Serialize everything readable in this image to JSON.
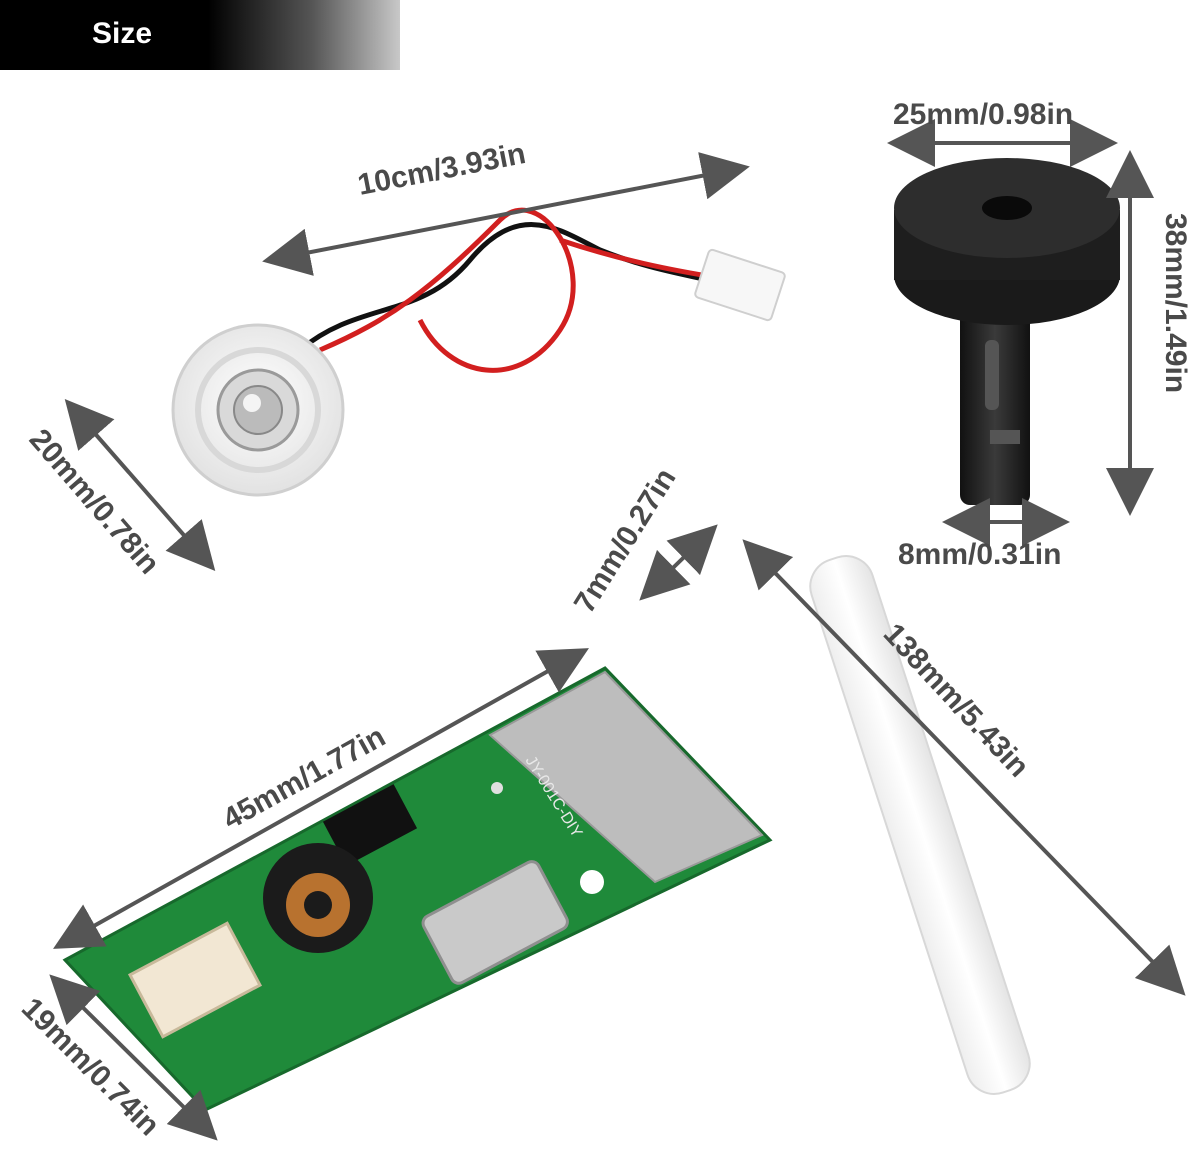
{
  "banner": {
    "title": "Size"
  },
  "dimensions": {
    "cable_length": "10cm/3.93in",
    "disc_diameter": "20mm/0.78in",
    "holder_top_width": "25mm/0.98in",
    "holder_height": "38mm/1.49in",
    "holder_base_width": "8mm/0.31in",
    "stick_diameter": "7mm/0.27in",
    "stick_length": "138mm/5.43in",
    "board_length": "45mm/1.77in",
    "board_width": "19mm/0.74in"
  },
  "board": {
    "silkscreen": "JY-001C-DIY"
  },
  "colors": {
    "banner_bg": "#000000",
    "banner_text": "#ffffff",
    "dimension_text": "#4a4a4a",
    "pcb": "#1f8a3a",
    "holder": "#222222"
  }
}
